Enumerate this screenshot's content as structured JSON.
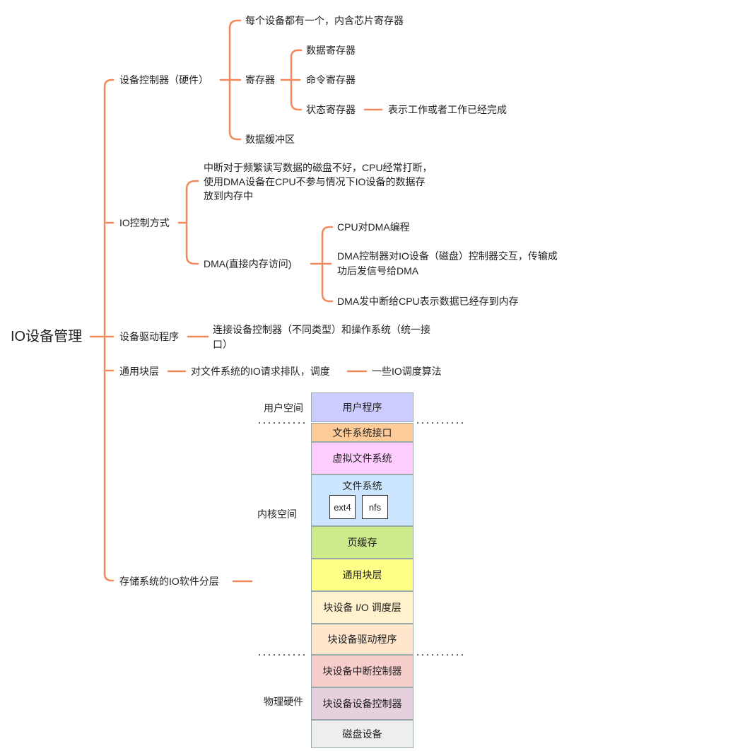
{
  "root": "IO设备管理",
  "branches": {
    "controller": {
      "label": "设备控制器（硬件）",
      "chip_note": "每个设备都有一个，内含芯片寄存器",
      "registers": {
        "label": "寄存器",
        "data_reg": "数据寄存器",
        "cmd_reg": "命令寄存器",
        "status_reg": "状态寄存器",
        "status_note": "表示工作或者工作已经完成"
      },
      "buffer": "数据缓冲区"
    },
    "io_mode": {
      "label": "IO控制方式",
      "interrupt_note": "中断对于频繁读写数据的磁盘不好，CPU经常打断，使用DMA设备在CPU不参与情况下IO设备的数据存放到内存中",
      "dma": {
        "label": "DMA(直接内存访问)",
        "step1": "CPU对DMA编程",
        "step2": "DMA控制器对IO设备（磁盘）控制器交互，传输成功后发信号给DMA",
        "step3": "DMA发中断给CPU表示数据已经存到内存"
      }
    },
    "driver": {
      "label": "设备驱动程序",
      "note": "连接设备控制器（不同类型）和操作系统（统一接口）"
    },
    "block": {
      "label": "通用块层",
      "note": "对文件系统的IO请求排队，调度",
      "note2": "一些IO调度算法"
    },
    "storage": {
      "label": "存储系统的IO软件分层"
    }
  },
  "stack": {
    "zones": {
      "user": "用户空间",
      "kernel": "内核空间",
      "hardware": "物理硬件"
    },
    "layers": [
      {
        "label": "用户程序",
        "color": "#ccccff"
      },
      {
        "label": "文件系统接口",
        "color": "#ffcc99"
      },
      {
        "label": "虚拟文件系统",
        "color": "#ffccff"
      },
      {
        "label": "文件系统",
        "color": "#cce5ff"
      },
      {
        "label": "页缓存",
        "color": "#cdeb8b"
      },
      {
        "label": "通用块层",
        "color": "#ffff88"
      },
      {
        "label": "块设备 I/O 调度层",
        "color": "#fff2cc"
      },
      {
        "label": "块设备驱动程序",
        "color": "#ffe6cc"
      },
      {
        "label": "块设备中断控制器",
        "color": "#f8cecc"
      },
      {
        "label": "块设备设备控制器",
        "color": "#e6d0de"
      },
      {
        "label": "磁盘设备",
        "color": "#eeeeee"
      }
    ],
    "fs_types": [
      "ext4",
      "nfs"
    ]
  },
  "colors": {
    "branch_line": "#f08a5d",
    "layer_border": "#999999"
  }
}
